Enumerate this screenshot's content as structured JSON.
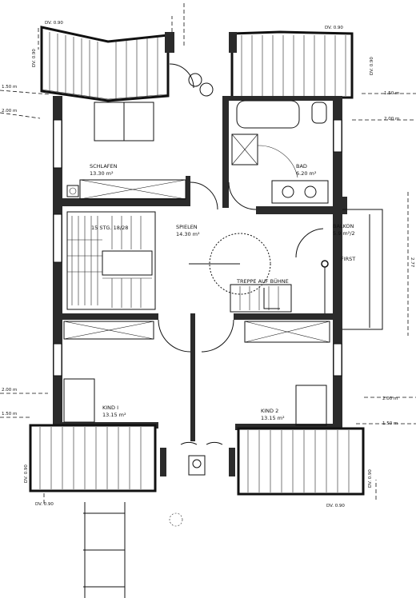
{
  "rooms": {
    "schlafen": {
      "name": "SCHLAFEN",
      "area": "13.30 m²"
    },
    "bad": {
      "name": "BAD",
      "area": "6.20 m²"
    },
    "spielen": {
      "name": "SPIELEN",
      "area": "14.30 m²"
    },
    "balkon": {
      "name": "BALKON",
      "area": "5.9 m²/2"
    },
    "kind1": {
      "name": "KIND I",
      "area": "13.15 m²"
    },
    "kind2": {
      "name": "KIND 2",
      "area": "13.15 m²"
    }
  },
  "labels": {
    "stairs": "15 STG. 18/28",
    "treppe": "TREPPE AUF BÜHNE",
    "first": "FIRST"
  },
  "dimensions": {
    "dv_090": "DV. 0.90",
    "h150": "1.50 m",
    "h200": "2.00 m",
    "h200_short": "2.00 m",
    "h150_short": "1.50 m",
    "dv_left_top": "DV. 0.90",
    "dv_right_top": "DV. 0.90",
    "dv_left_bottom": "DV. 0.90",
    "dv_right_bottom": "DV. 0.90",
    "right_dim": "2.77",
    "left_200": "2.00 m",
    "left_150": "1.50 m",
    "left_200_bottom": "2.00 m",
    "left_150_bottom": "1.50 m"
  }
}
